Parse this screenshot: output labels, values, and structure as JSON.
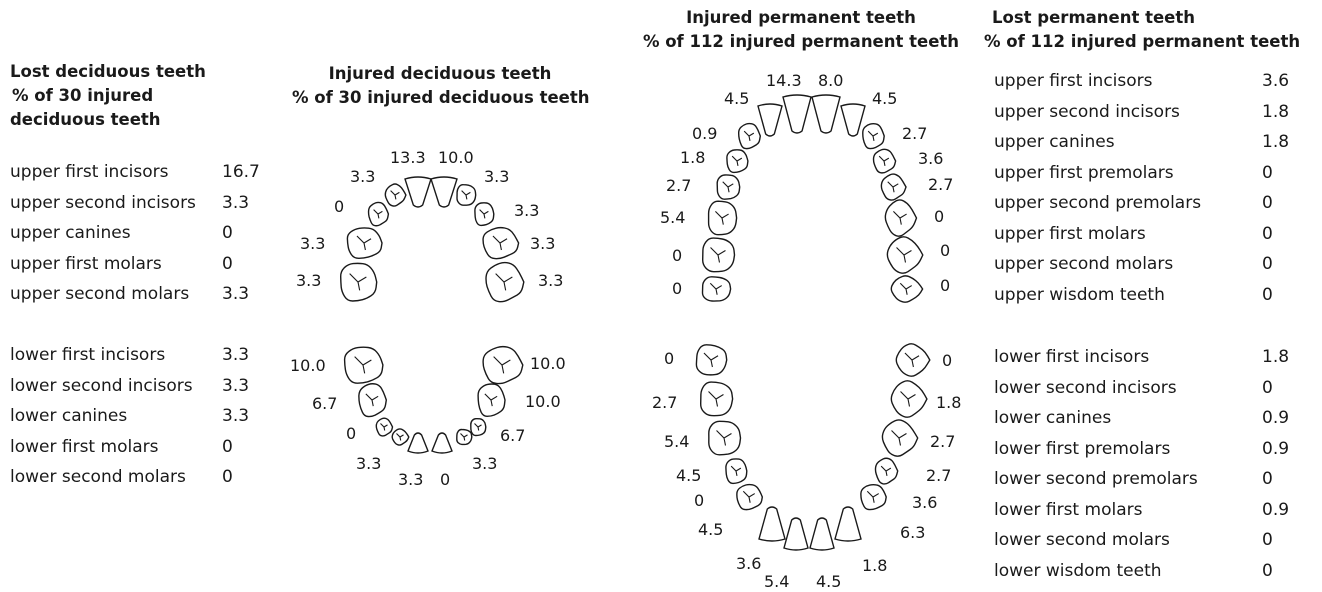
{
  "lost_deciduous": {
    "title_lines": [
      "Lost deciduous teeth",
      "% of 30 injured",
      "deciduous teeth"
    ],
    "upper": [
      {
        "label": "upper first incisors",
        "value": "16.7"
      },
      {
        "label": "upper second incisors",
        "value": "3.3"
      },
      {
        "label": "upper canines",
        "value": "0"
      },
      {
        "label": "upper first molars",
        "value": "0"
      },
      {
        "label": "upper second molars",
        "value": "3.3"
      }
    ],
    "lower": [
      {
        "label": "lower first incisors",
        "value": "3.3"
      },
      {
        "label": "lower second incisors",
        "value": "3.3"
      },
      {
        "label": "lower canines",
        "value": "3.3"
      },
      {
        "label": "lower first molars",
        "value": "0"
      },
      {
        "label": "lower second molars",
        "value": "0"
      }
    ]
  },
  "injured_deciduous": {
    "title_lines": [
      "Injured deciduous teeth",
      "% of 30 injured deciduous teeth"
    ],
    "upper_labels": [
      "13.3",
      "10.0",
      "3.3",
      "3.3",
      "0",
      "3.3",
      "3.3",
      "3.3",
      "3.3",
      "3.3"
    ],
    "lower_labels": [
      "10.0",
      "10.0",
      "6.7",
      "10.0",
      "0",
      "6.7",
      "3.3",
      "3.3",
      "3.3",
      "0"
    ]
  },
  "injured_permanent": {
    "title_lines": [
      "Injured permanent teeth",
      "% of 112 injured permanent teeth"
    ],
    "upper_labels": [
      "14.3",
      "8.0",
      "4.5",
      "4.5",
      "0.9",
      "2.7",
      "1.8",
      "3.6",
      "2.7",
      "2.7",
      "5.4",
      "0",
      "0",
      "0",
      "0",
      "0"
    ],
    "lower_labels": [
      "0",
      "0",
      "2.7",
      "1.8",
      "5.4",
      "2.7",
      "4.5",
      "2.7",
      "0",
      "3.6",
      "4.5",
      "6.3",
      "3.6",
      "1.8",
      "5.4",
      "4.5"
    ]
  },
  "lost_permanent": {
    "title_lines": [
      "Lost permanent teeth",
      "% of 112 injured permanent teeth"
    ],
    "upper": [
      {
        "label": "upper first incisors",
        "value": "3.6"
      },
      {
        "label": "upper second incisors",
        "value": "1.8"
      },
      {
        "label": "upper canines",
        "value": "1.8"
      },
      {
        "label": "upper first premolars",
        "value": "0"
      },
      {
        "label": "upper second premolars",
        "value": "0"
      },
      {
        "label": "upper first molars",
        "value": "0"
      },
      {
        "label": "upper second molars",
        "value": "0"
      },
      {
        "label": "upper wisdom teeth",
        "value": "0"
      }
    ],
    "lower": [
      {
        "label": "lower first incisors",
        "value": "1.8"
      },
      {
        "label": "lower second incisors",
        "value": "0"
      },
      {
        "label": "lower canines",
        "value": "0.9"
      },
      {
        "label": "lower first premolars",
        "value": "0.9"
      },
      {
        "label": "lower second premolars",
        "value": "0"
      },
      {
        "label": "lower first molars",
        "value": "0.9"
      },
      {
        "label": "lower second molars",
        "value": "0"
      },
      {
        "label": "lower wisdom teeth",
        "value": "0"
      }
    ]
  }
}
